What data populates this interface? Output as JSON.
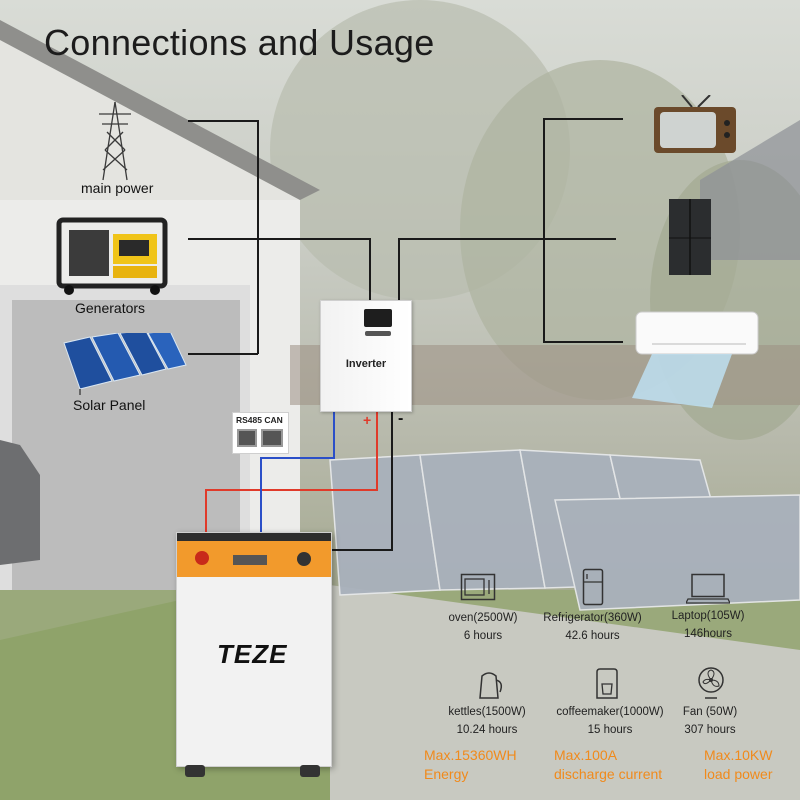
{
  "title": "Connections and Usage",
  "sources": [
    {
      "label": "main power",
      "icon": "power-tower-icon"
    },
    {
      "label": "Generators",
      "icon": "generator-icon"
    },
    {
      "label": "Solar Panel",
      "icon": "solar-panel-icon"
    }
  ],
  "inverter": {
    "label": "Inverter",
    "plus": "+",
    "minus": "-"
  },
  "comm_port": {
    "label": "RS485 CAN"
  },
  "battery": {
    "brand": "TEZE"
  },
  "appliances": [
    {
      "name": "oven(2500W)",
      "time": "6 hours",
      "icon": "oven-icon"
    },
    {
      "name": "Refrigerator(360W)",
      "time": "42.6 hours",
      "icon": "refrigerator-icon"
    },
    {
      "name": "Laptop(105W)",
      "time": "146hours",
      "icon": "laptop-icon"
    },
    {
      "name": "kettles(1500W)",
      "time": "10.24 hours",
      "icon": "kettle-icon"
    },
    {
      "name": "coffeemaker(1000W)",
      "time": "15 hours",
      "icon": "coffeemaker-icon"
    },
    {
      "name": "Fan (50W)",
      "time": "307 hours",
      "icon": "fan-icon"
    }
  ],
  "specs": [
    {
      "line1": "Max.15360WH",
      "line2": "Energy"
    },
    {
      "line1": "Max.100A",
      "line2": "discharge current"
    },
    {
      "line1": "Max.10KW",
      "line2": "load power"
    }
  ],
  "colors": {
    "accent": "#f08a1c",
    "positive_wire": "#e03a2a",
    "comm_wire": "#2b4fc8",
    "wire": "#1a1a1a"
  }
}
